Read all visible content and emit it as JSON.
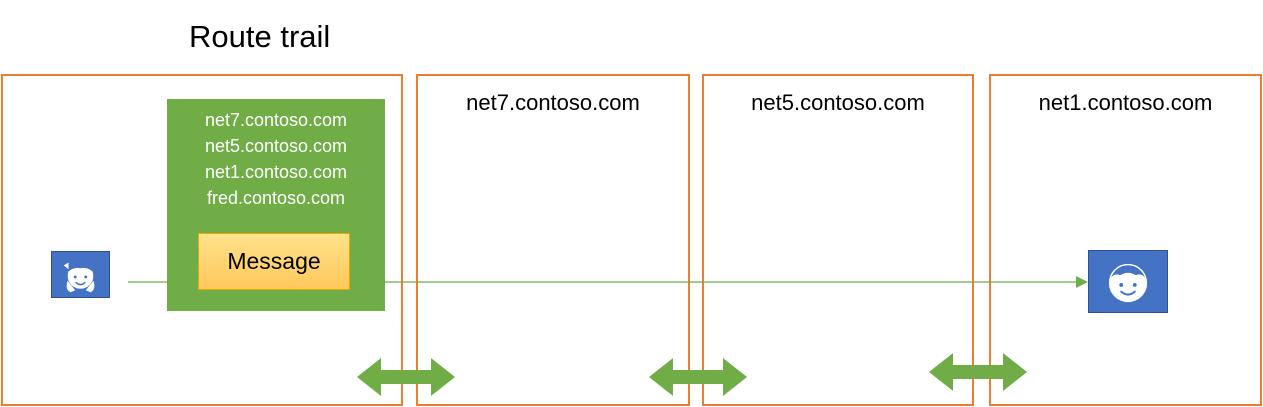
{
  "title": "Route trail",
  "servers": [
    "net7.contoso.com",
    "net5.contoso.com",
    "net1.contoso.com"
  ],
  "route_trail": [
    "net7.contoso.com",
    "net5.contoso.com",
    "net1.contoso.com",
    "fred.contoso.com"
  ],
  "message_label": "Message",
  "colors": {
    "box_border": "#ED7D31",
    "route_panel": "#70AD47",
    "arrow": "#70AD47",
    "message_fill": "#FFD070",
    "avatar_fill": "#4472C4"
  },
  "icons": {
    "sender": "girl-face-icon",
    "recipient": "boy-face-icon"
  }
}
